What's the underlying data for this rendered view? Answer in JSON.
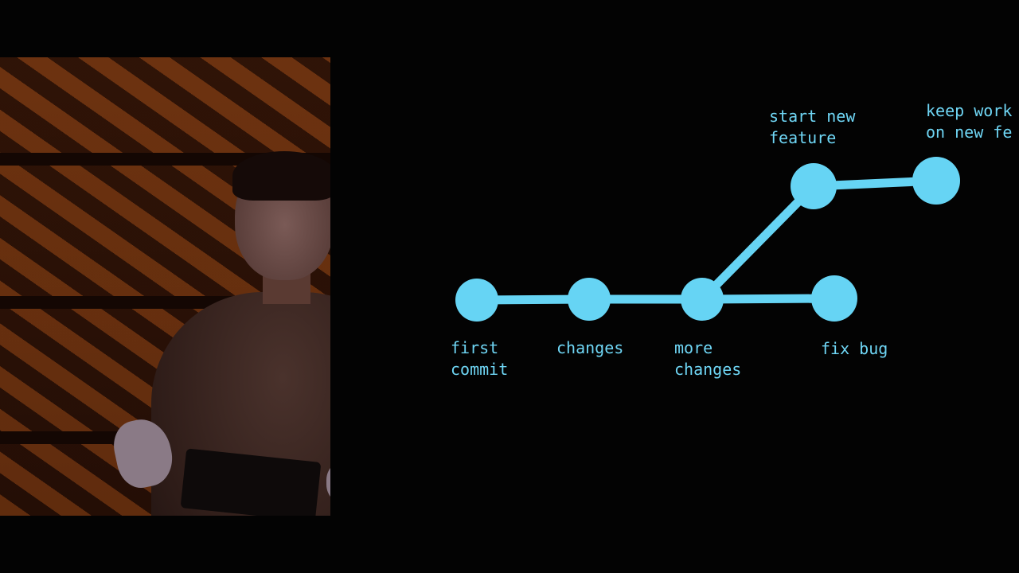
{
  "presenter": {
    "icon": "person-presenting"
  },
  "diagram": {
    "colors": {
      "node": "#66d4f4",
      "edge": "#66d4f4",
      "label": "#6fd6f5",
      "background": "#030303"
    },
    "nodes": [
      {
        "id": "first-commit",
        "label_line1": "first",
        "label_line2": "commit"
      },
      {
        "id": "changes",
        "label_line1": "changes",
        "label_line2": ""
      },
      {
        "id": "more-changes",
        "label_line1": "more",
        "label_line2": "changes"
      },
      {
        "id": "fix-bug",
        "label_line1": "fix bug",
        "label_line2": ""
      },
      {
        "id": "start-new-feature",
        "label_line1": "start new",
        "label_line2": "feature"
      },
      {
        "id": "keep-working",
        "label_line1": "keep work",
        "label_line2": "on new fe"
      }
    ],
    "edges": [
      {
        "from": "first-commit",
        "to": "changes"
      },
      {
        "from": "changes",
        "to": "more-changes"
      },
      {
        "from": "more-changes",
        "to": "fix-bug"
      },
      {
        "from": "more-changes",
        "to": "start-new-feature"
      },
      {
        "from": "start-new-feature",
        "to": "keep-working"
      }
    ]
  }
}
